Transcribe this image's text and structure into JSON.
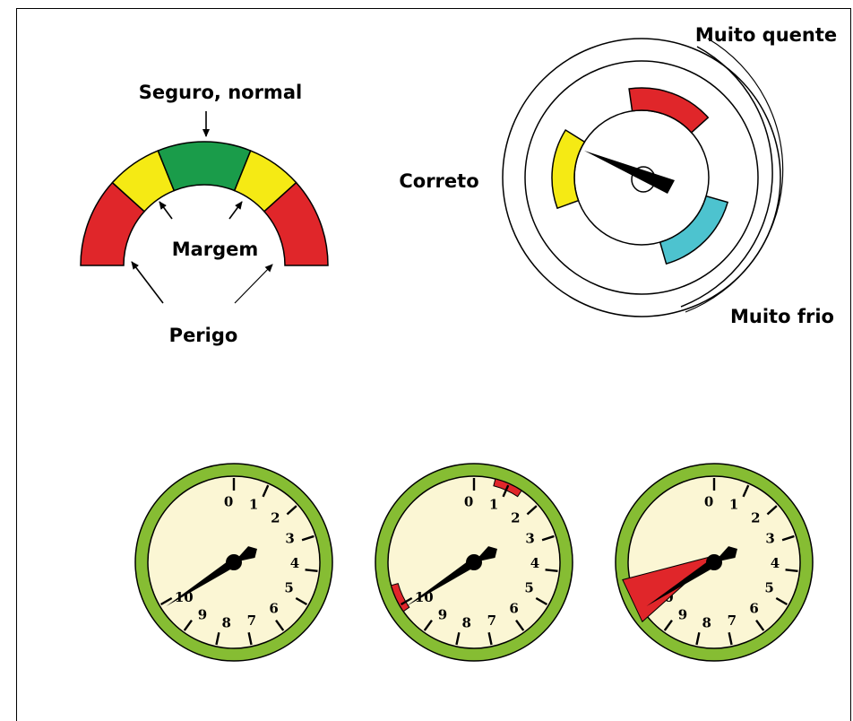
{
  "labels": {
    "safe_normal": "Seguro, normal",
    "margin": "Margem",
    "danger": "Perigo",
    "correct": "Correto",
    "too_hot": "Muito quente",
    "too_cold": "Muito frio"
  },
  "arc_gauge_colors": {
    "danger": "#e0262a",
    "margin": "#f5ea14",
    "safe": "#1a9c4a"
  },
  "temp_gauge_colors": {
    "correct": "#f5ea14",
    "hot": "#e0262a",
    "cold": "#4dc3cf"
  },
  "dials": [
    {
      "name": "dial-normal",
      "scale": [
        "0",
        "1",
        "2",
        "3",
        "4",
        "5",
        "6",
        "7",
        "8",
        "9",
        "10"
      ],
      "needle": 10,
      "band": "none"
    },
    {
      "name": "dial-range-marks",
      "scale": [
        "0",
        "1",
        "2",
        "3",
        "4",
        "5",
        "6",
        "7",
        "8",
        "9",
        "10"
      ],
      "needle": 10,
      "band": "marks"
    },
    {
      "name": "dial-range-sector",
      "scale": [
        "0",
        "1",
        "2",
        "3",
        "4",
        "5",
        "6",
        "7",
        "8",
        "9",
        "10"
      ],
      "needle": 10,
      "band": "sector"
    }
  ],
  "dial_colors": {
    "ring": "#86bd33",
    "face": "#fbf6d4",
    "band": "#e0262a"
  }
}
